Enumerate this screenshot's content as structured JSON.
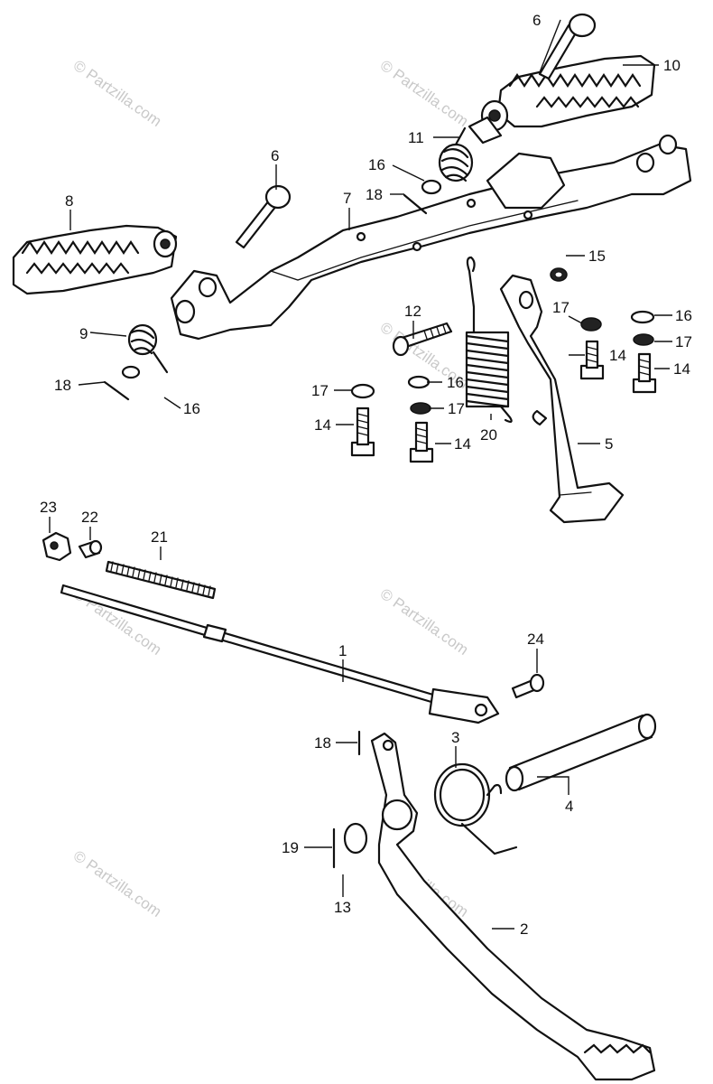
{
  "watermark": "© Partzilla.com",
  "labels": {
    "p1": "1",
    "p2": "2",
    "p3": "3",
    "p4": "4",
    "p5": "5",
    "p6a": "6",
    "p6b": "6",
    "p7": "7",
    "p8": "8",
    "p9": "9",
    "p10": "10",
    "p11": "11",
    "p12": "12",
    "p13": "13",
    "p14a": "14",
    "p14b": "14",
    "p14c": "14",
    "p14d": "14",
    "p15": "15",
    "p16a": "16",
    "p16b": "16",
    "p16c": "16",
    "p16d": "16",
    "p17a": "17",
    "p17b": "17",
    "p17c": "17",
    "p17d": "17",
    "p18a": "18",
    "p18b": "18",
    "p18c": "18",
    "p19": "19",
    "p20": "20",
    "p21": "21",
    "p22": "22",
    "p23": "23",
    "p24": "24"
  }
}
